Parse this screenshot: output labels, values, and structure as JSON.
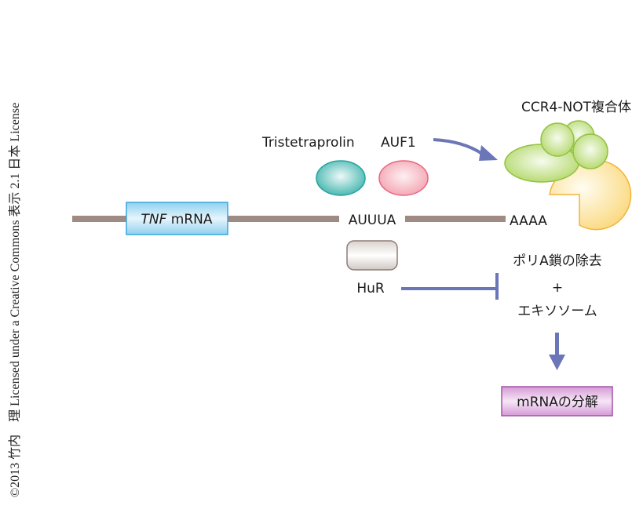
{
  "credit": "©2013 竹内　理 Licensed under a Creative Commons 表示 2.1 日本 License",
  "mrna": {
    "gene_italic": "TNF",
    "label_suffix": " mRNA",
    "are_label": "AUUUA",
    "polyA_label": "AAAA"
  },
  "proteins": {
    "ttp": "Tristetraprolin",
    "auf1": "AUF1",
    "hur": "HuR",
    "ccr4_not": "CCR4-NOT複合体"
  },
  "process": {
    "deadenylation": "ポリA鎖の除去",
    "plus": "+",
    "exosome": "エキソソーム",
    "result": "mRNAの分解"
  },
  "colors": {
    "mrna_line": "#9e8c84",
    "arrow": "#6a76b8",
    "ttp": "#3fb3ad",
    "auf1": "#f08fa0",
    "ccr4_green": "#a6d05a",
    "ccr4_yellow": "#f9d36e",
    "tnf_box": "#a9dcf3",
    "result_box": "#dca9dd"
  }
}
